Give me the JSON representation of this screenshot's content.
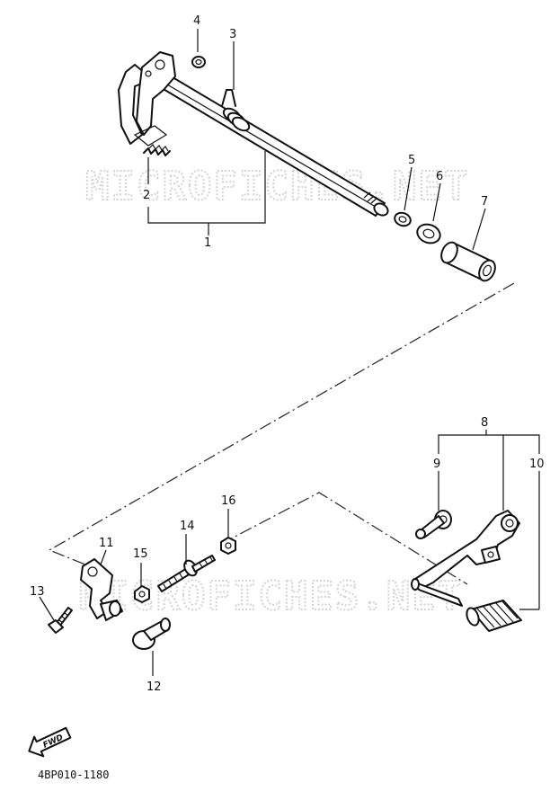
{
  "watermark": "MICROFICHES.NET",
  "drawing_ref": "4BP010-1180",
  "direction_label": "FWD",
  "callouts": {
    "c1": "1",
    "c2": "2",
    "c3": "3",
    "c4": "4",
    "c5": "5",
    "c6": "6",
    "c7": "7",
    "c8": "8",
    "c9": "9",
    "c10": "10",
    "c11": "11",
    "c12": "12",
    "c13": "13",
    "c14": "14",
    "c15": "15",
    "c16": "16"
  }
}
